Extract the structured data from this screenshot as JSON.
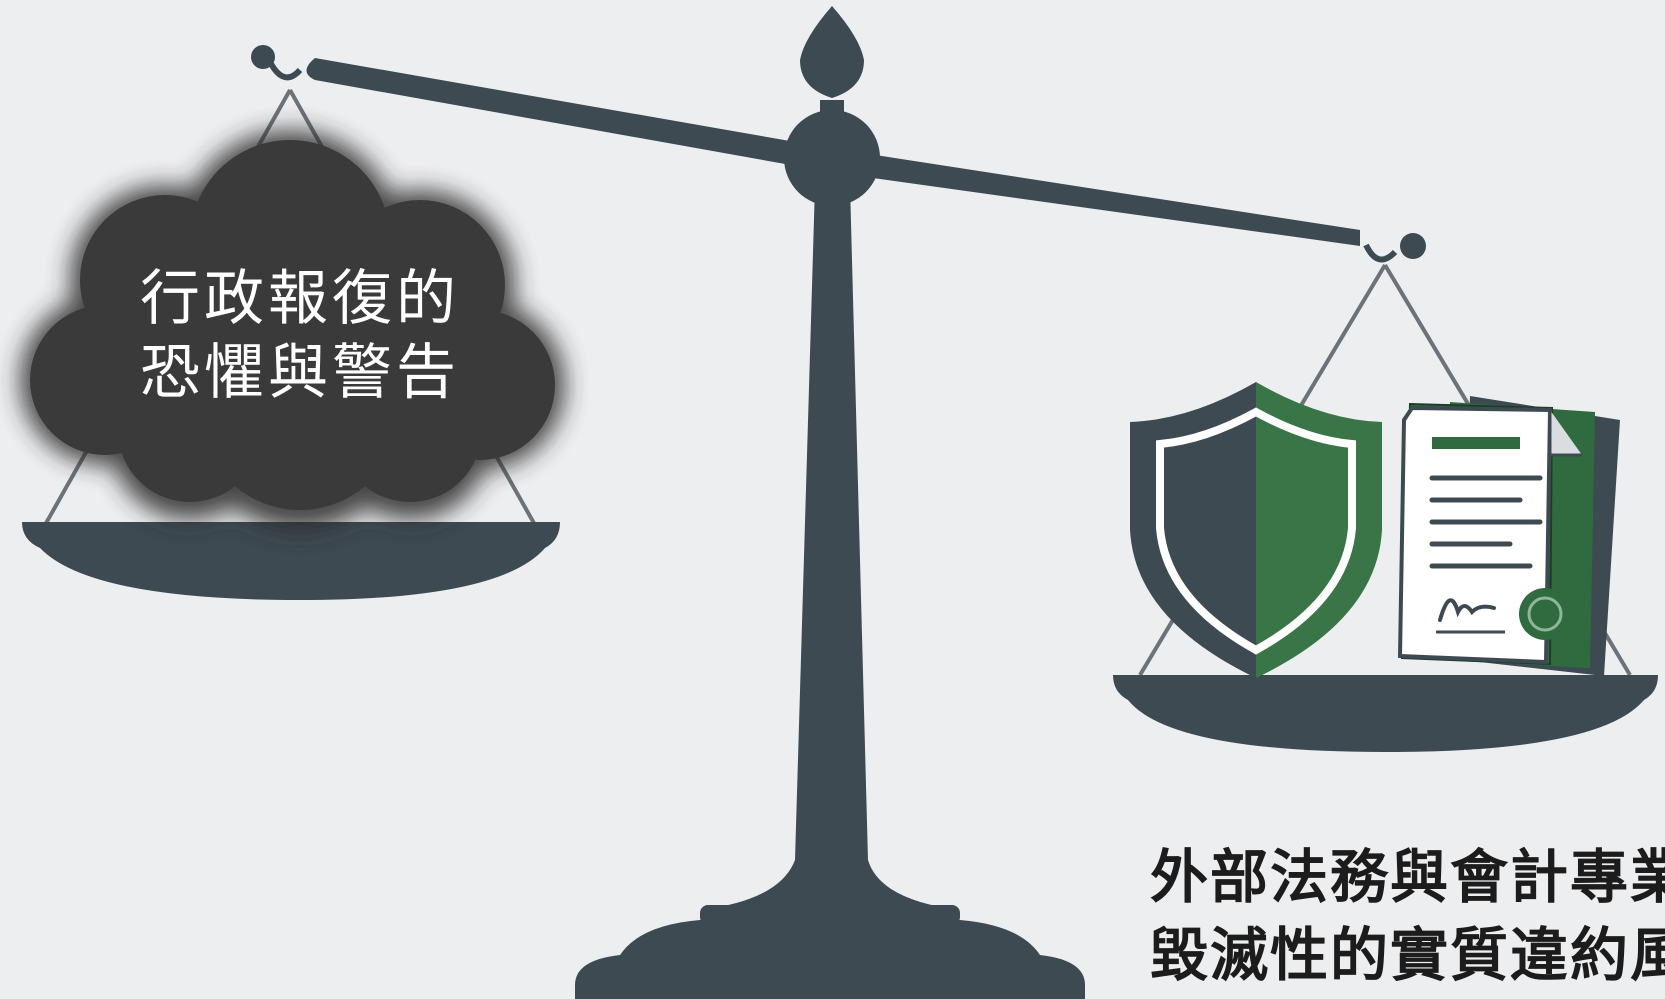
{
  "left_pan": {
    "line1": "行政報復的",
    "line2": "恐懼與警告"
  },
  "right_caption": {
    "line1": "外部法務與會計專業",
    "line2": "毀滅性的實質違約風"
  },
  "colors": {
    "background": "#edeef0",
    "scale": "#3e4a52",
    "cloud": "#3a3a3a",
    "shield_green": "#3a7548",
    "document_green": "#2f6b3f"
  },
  "icons": {
    "left_item": "storm-cloud-icon",
    "right_items": [
      "shield-icon",
      "document-icon",
      "seal-icon",
      "signature-icon"
    ]
  }
}
